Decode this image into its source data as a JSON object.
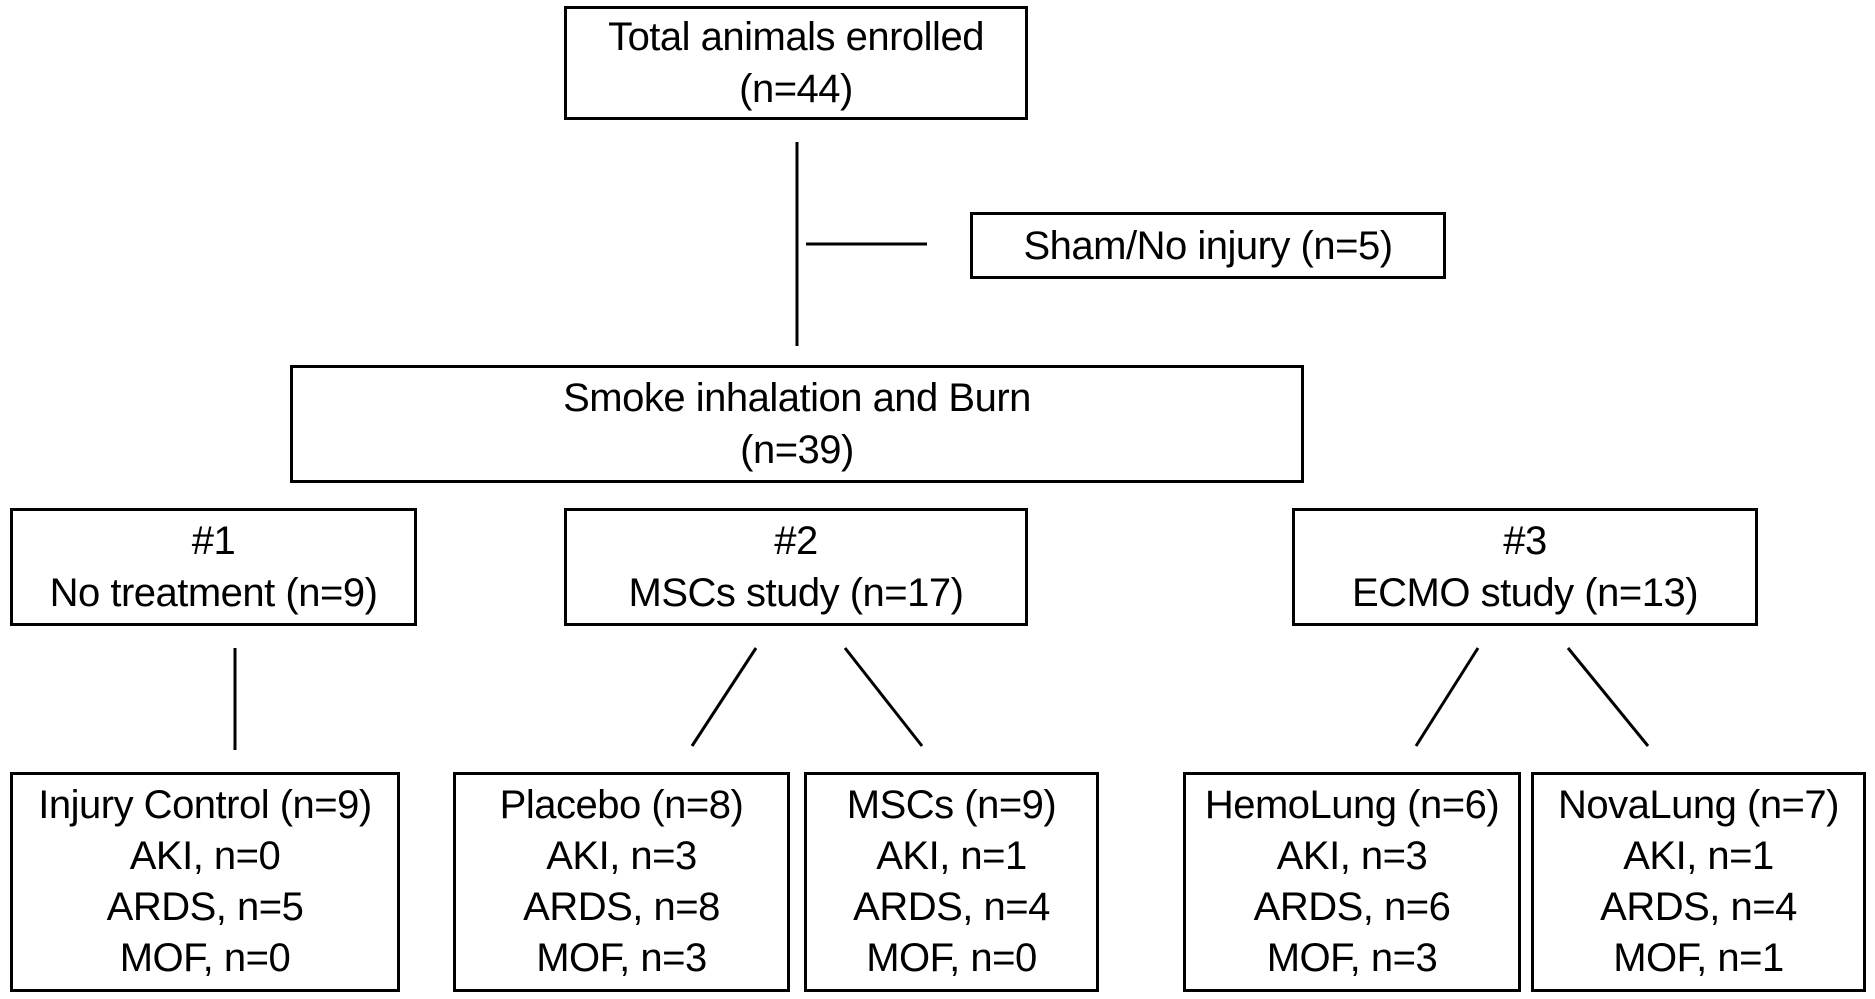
{
  "total": {
    "title": "Total animals enrolled",
    "count": "(n=44)"
  },
  "sham": {
    "label": "Sham/No injury (n=5)"
  },
  "smoke": {
    "title": "Smoke inhalation and Burn",
    "count": "(n=39)"
  },
  "groups": [
    {
      "number": "#1",
      "label": "No treatment (n=9)"
    },
    {
      "number": "#2",
      "label": "MSCs study (n=17)"
    },
    {
      "number": "#3",
      "label": "ECMO study (n=13)"
    }
  ],
  "subgroups": [
    {
      "title": "Injury Control (n=9)",
      "aki": "AKI, n=0",
      "ards": "ARDS, n=5",
      "mof": "MOF, n=0"
    },
    {
      "title": "Placebo (n=8)",
      "aki": "AKI, n=3",
      "ards": "ARDS, n=8",
      "mof": "MOF, n=3"
    },
    {
      "title": "MSCs (n=9)",
      "aki": "AKI, n=1",
      "ards": "ARDS, n=4",
      "mof": "MOF, n=0"
    },
    {
      "title": "HemoLung (n=6)",
      "aki": "AKI, n=3",
      "ards": "ARDS, n=6",
      "mof": "MOF, n=3"
    },
    {
      "title": "NovaLung (n=7)",
      "aki": "AKI, n=1",
      "ards": "ARDS, n=4",
      "mof": "MOF, n=1"
    }
  ]
}
